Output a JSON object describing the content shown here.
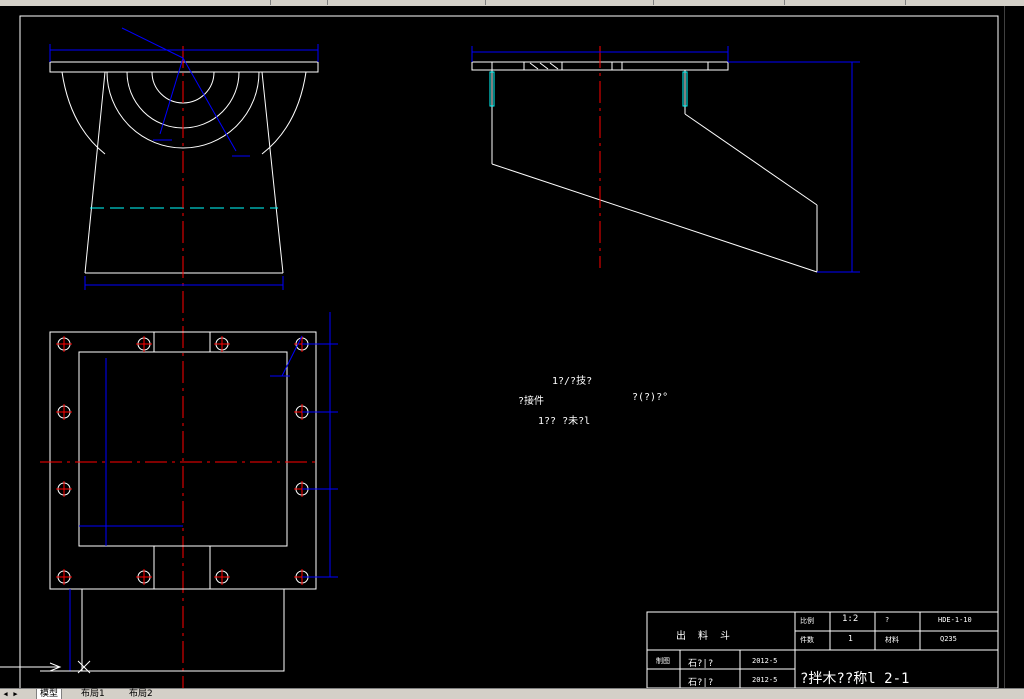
{
  "notes": {
    "line1": "1?/?技?",
    "line2a": "?接件",
    "line2b": "?(?)?°",
    "line3": "1?? ?未?l"
  },
  "title_block": {
    "part_name": "出 料 斗",
    "scale_label": "比例",
    "scale_value": "1:2",
    "qty_label": "件数",
    "qty_value": "1",
    "sheet_label": "?",
    "material_label": "材料",
    "drawing_no": "HDE-1-10",
    "material_value": "Q235",
    "drawn_label": "制图",
    "designer": "石?|?",
    "checker": "石?|?",
    "date1": "2012-5",
    "date2": "2012-5",
    "drawing_title": "?拌木??称l 2-1"
  },
  "tabs": {
    "model": "模型",
    "layout1": "布局1",
    "layout2": "布局2"
  },
  "colors": {
    "outline": "#ffffff",
    "dimension": "#0000ff",
    "centerline": "#ff0000",
    "hidden": "#00ffff"
  }
}
